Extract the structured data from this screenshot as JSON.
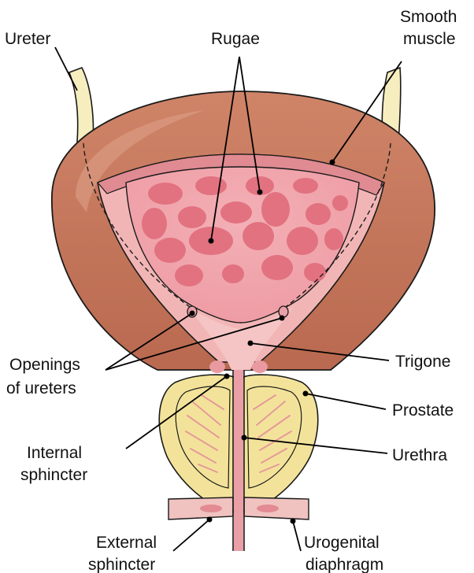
{
  "labels": {
    "ureter": "Ureter",
    "rugae": "Rugae",
    "smooth_muscle_1": "Smooth",
    "smooth_muscle_2": "muscle",
    "openings_1": "Openings",
    "openings_2": "of ureters",
    "trigone": "Trigone",
    "prostate": "Prostate",
    "internal_1": "Internal",
    "internal_2": "sphincter",
    "urethra": "Urethra",
    "external_1": "External",
    "external_2": "sphincter",
    "urogenital_1": "Urogenital",
    "urogenital_2": "diaphragm"
  },
  "colors": {
    "outer_wall": "#c67b62",
    "outer_wall_highlight": "#d99a82",
    "muscle_band": "#e08a92",
    "lining": "#f2b5b5",
    "lumen": "#f0a8ae",
    "ruga": "#e2727f",
    "ureter": "#f6eebf",
    "prostate": "#f3e39a",
    "prostate_fiber": "#e59a9a",
    "outline": "#1a1a1a"
  }
}
